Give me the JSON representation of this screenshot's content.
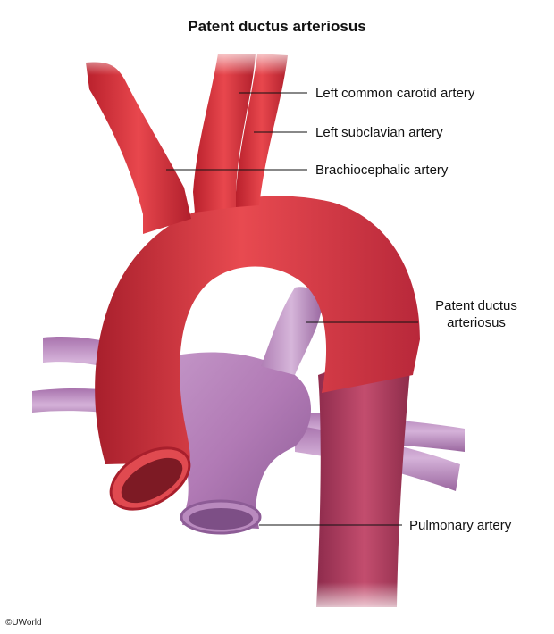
{
  "title": "Patent ductus arteriosus",
  "labels": {
    "left_common_carotid": "Left common carotid artery",
    "left_subclavian": "Left subclavian artery",
    "brachiocephalic": "Brachiocephalic artery",
    "pda_line1": "Patent ductus",
    "pda_line2": "arteriosus",
    "pulmonary": "Pulmonary artery"
  },
  "copyright": "©UWorld",
  "colors": {
    "aorta": "#d62f35",
    "aorta_dark": "#a81f2c",
    "aorta_light": "#ec5a5f",
    "pulmonary": "#b77fb8",
    "pulmonary_dark": "#8d5c96",
    "pulmonary_light": "#d8b4dd",
    "descending": "#b34462"
  }
}
